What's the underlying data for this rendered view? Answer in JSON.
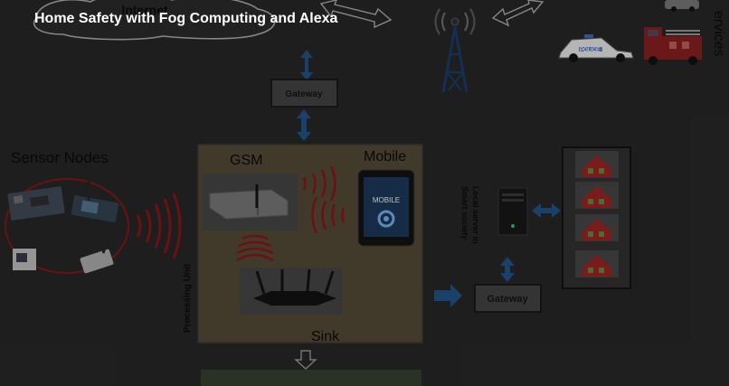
{
  "overlay": {
    "title": "Home Safety with Fog Computing and Alexa"
  },
  "diagram": {
    "internet_label": "Internet",
    "services_label": "ervices",
    "gateway_top_label": "Gateway",
    "gateway_bottom_label": "Gateway",
    "sensor_nodes_label": "Sensor Nodes",
    "gsm_label": "GSM",
    "mobile_label": "Mobile",
    "mobile_screen_text": "MOBILE",
    "processing_unit_label": "Processing Unit",
    "sink_label": "Sink",
    "local_server_label_line1": "Local server in",
    "local_server_label_line2": "Smart society",
    "police_text": "POLICE"
  },
  "colors": {
    "box_fill": "#4a4232",
    "gateway_fill": "#3c3c3c",
    "arrow_blue": "#1e4a78",
    "signal_red": "#7a1414",
    "house_box_bg": "#2c2c2c"
  }
}
